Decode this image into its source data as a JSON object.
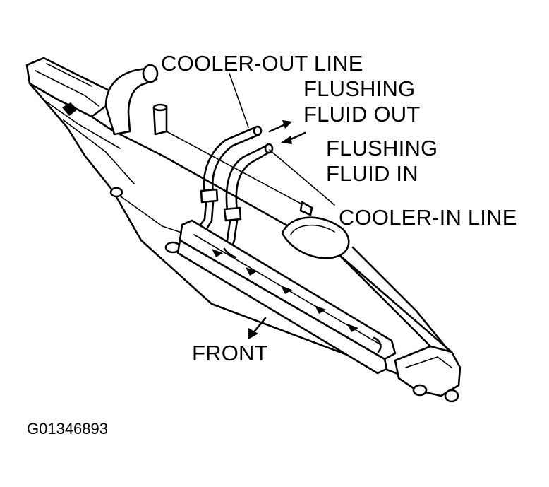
{
  "diagram": {
    "labels": {
      "cooler_out_line": "COOLER-OUT LINE",
      "flushing_fluid_out_1": "FLUSHING",
      "flushing_fluid_out_2": "FLUID OUT",
      "flushing_fluid_in_1": "FLUSHING",
      "flushing_fluid_in_2": "FLUID IN",
      "cooler_in_line": "COOLER-IN LINE",
      "front": "FRONT"
    },
    "figure_code": "G01346893"
  }
}
